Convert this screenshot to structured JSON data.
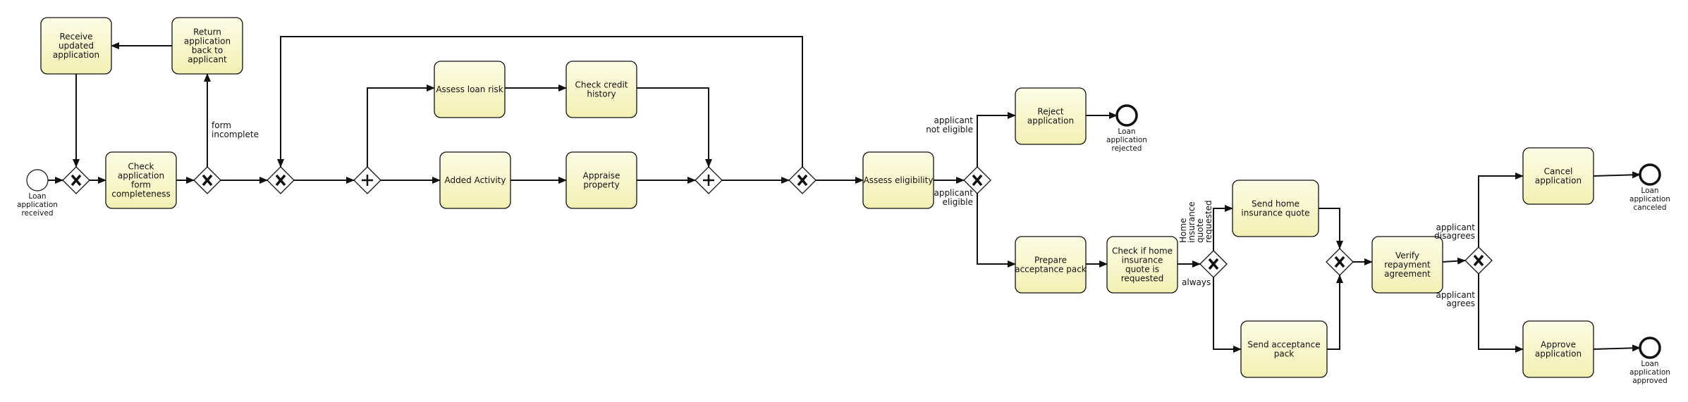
{
  "tasks": [
    {
      "id": "receive",
      "lines": [
        "Receive",
        "updated",
        "application"
      ]
    },
    {
      "id": "return",
      "lines": [
        "Return",
        "application",
        "back to",
        "applicant"
      ]
    },
    {
      "id": "check_form",
      "lines": [
        "Check",
        "application",
        "form",
        "completeness"
      ]
    },
    {
      "id": "assess_risk",
      "lines": [
        "Assess loan risk"
      ]
    },
    {
      "id": "check_credit",
      "lines": [
        "Check credit",
        "history"
      ]
    },
    {
      "id": "added",
      "lines": [
        "Added Activity"
      ]
    },
    {
      "id": "appraise",
      "lines": [
        "Appraise",
        "property"
      ]
    },
    {
      "id": "assess_elig",
      "lines": [
        "Assess eligibility"
      ]
    },
    {
      "id": "reject",
      "lines": [
        "Reject",
        "application"
      ]
    },
    {
      "id": "prepare",
      "lines": [
        "Prepare",
        "acceptance pack"
      ]
    },
    {
      "id": "check_home",
      "lines": [
        "Check if home",
        "insurance",
        "quote is",
        "requested"
      ]
    },
    {
      "id": "send_quote",
      "lines": [
        "Send home",
        "insurance quote"
      ]
    },
    {
      "id": "send_pack",
      "lines": [
        "Send acceptance",
        "pack"
      ]
    },
    {
      "id": "verify",
      "lines": [
        "Verify",
        "repayment",
        "agreement"
      ]
    },
    {
      "id": "cancel",
      "lines": [
        "Cancel",
        "application"
      ]
    },
    {
      "id": "approve",
      "lines": [
        "Approve",
        "application"
      ]
    }
  ],
  "events": [
    {
      "id": "start",
      "lines": [
        "Loan",
        "application",
        "received"
      ]
    },
    {
      "id": "end_rejected",
      "lines": [
        "Loan",
        "application",
        "rejected"
      ]
    },
    {
      "id": "end_canceled",
      "lines": [
        "Loan",
        "application",
        "canceled"
      ]
    },
    {
      "id": "end_approved",
      "lines": [
        "Loan",
        "application",
        "approved"
      ]
    }
  ],
  "gateways": [
    {
      "id": "gw_merge_receive",
      "type": "exclusive"
    },
    {
      "id": "gw_form",
      "type": "exclusive"
    },
    {
      "id": "gw_merge_loop",
      "type": "exclusive"
    },
    {
      "id": "gw_split",
      "type": "parallel"
    },
    {
      "id": "gw_join",
      "type": "parallel"
    },
    {
      "id": "gw_loop",
      "type": "exclusive"
    },
    {
      "id": "gw_elig",
      "type": "exclusive"
    },
    {
      "id": "gw_home",
      "type": "exclusive"
    },
    {
      "id": "gw_merge_pack",
      "type": "exclusive"
    },
    {
      "id": "gw_agree",
      "type": "exclusive"
    }
  ],
  "flow_labels": {
    "form_incomplete": [
      "form",
      "incomplete"
    ],
    "not_eligible": [
      "applicant",
      "not eligible"
    ],
    "eligible": [
      "applicant",
      "eligible"
    ],
    "quote_requested": [
      "Home",
      "insurance",
      "quote",
      "requested"
    ],
    "always": [
      "always"
    ],
    "disagrees": [
      "applicant",
      "disagrees"
    ],
    "agrees": [
      "applicant",
      "agrees"
    ]
  },
  "colors": {
    "task_fill_top": "#fcfce6",
    "task_fill_bottom": "#f3f0b3",
    "stroke": "#111111"
  }
}
